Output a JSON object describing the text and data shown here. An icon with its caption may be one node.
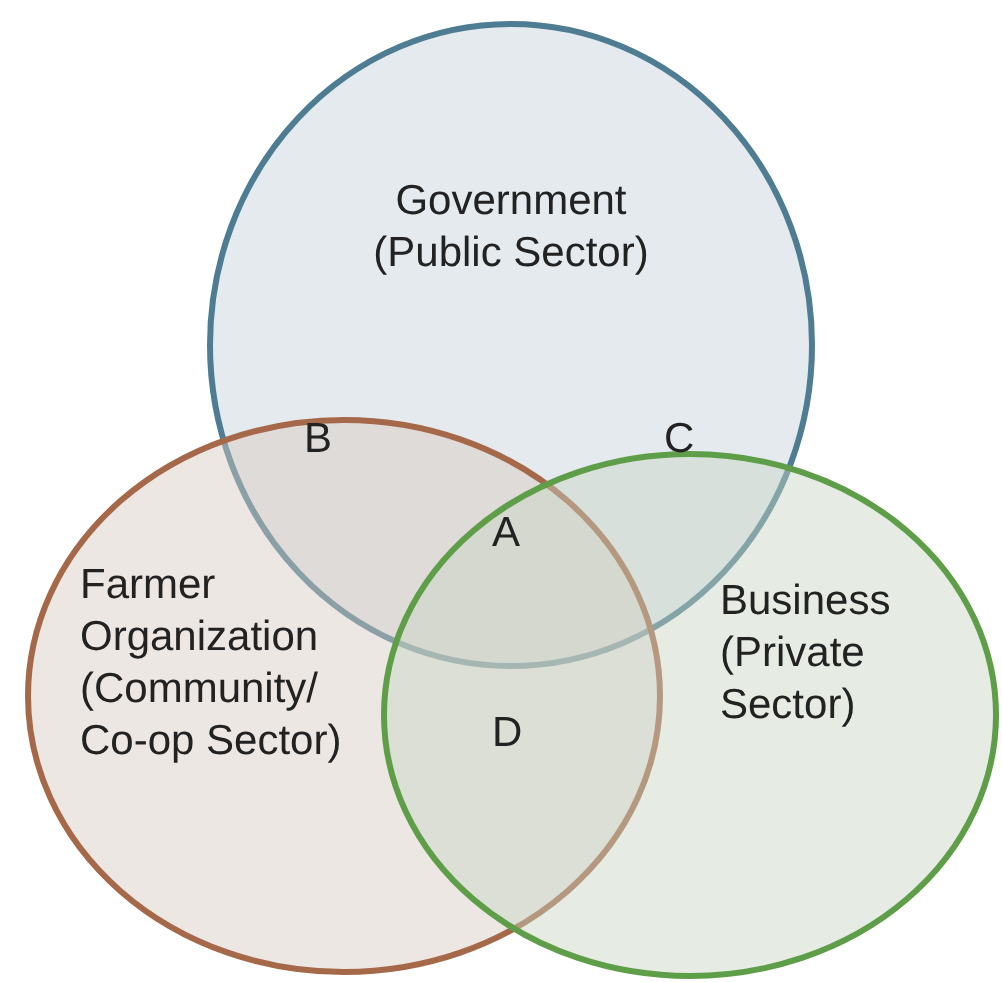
{
  "diagram": {
    "nodes": [
      {
        "text": [
          "Government (Public Sector)"
        ]
      },
      {
        "text": [
          "Farmer Organization (Community/ Co-op Sector)"
        ]
      },
      {
        "text": [
          "Business (Private Sector)"
        ]
      }
    ],
    "labels": [
      "B",
      "C",
      "A",
      "D"
    ]
  }
}
